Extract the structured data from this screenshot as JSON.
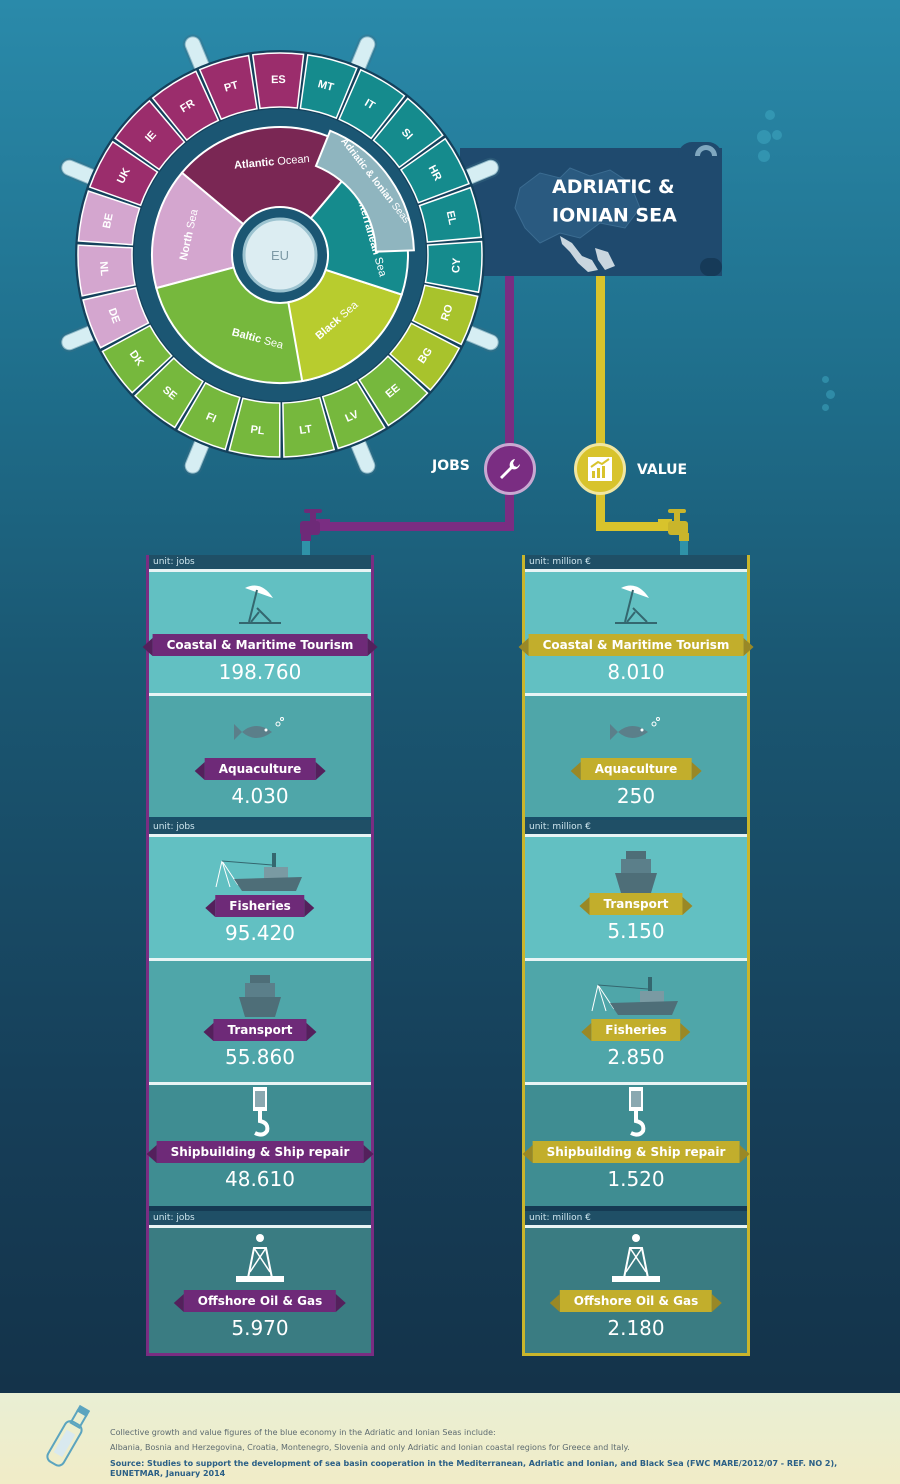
{
  "wheel": {
    "center": "EU",
    "inner": [
      {
        "name": "Atlantic",
        "sub": "Ocean",
        "color": "#7a2754"
      },
      {
        "name": "North",
        "sub": "Sea",
        "color": "#d4a6cf"
      },
      {
        "name": "Baltic",
        "sub": "Sea",
        "color": "#76b83d"
      },
      {
        "name": "Black",
        "sub": "Sea",
        "color": "#b8cc2e"
      },
      {
        "name": "Mediterranean",
        "sub": "Sea",
        "color": "#158b8d"
      }
    ],
    "adriatic": {
      "name": "Adriatic & Ionian",
      "sub": "Seas",
      "color": "#8fb5bf"
    },
    "countries": [
      {
        "code": "PT",
        "color": "#9b2d6c"
      },
      {
        "code": "ES",
        "color": "#9b2d6c"
      },
      {
        "code": "MT",
        "color": "#158b8d"
      },
      {
        "code": "IT",
        "color": "#158b8d"
      },
      {
        "code": "SI",
        "color": "#158b8d"
      },
      {
        "code": "HR",
        "color": "#158b8d"
      },
      {
        "code": "EL",
        "color": "#158b8d"
      },
      {
        "code": "CY",
        "color": "#158b8d"
      },
      {
        "code": "RO",
        "color": "#a8c32c"
      },
      {
        "code": "BG",
        "color": "#a8c32c"
      },
      {
        "code": "EE",
        "color": "#76b83d"
      },
      {
        "code": "LV",
        "color": "#76b83d"
      },
      {
        "code": "LT",
        "color": "#76b83d"
      },
      {
        "code": "PL",
        "color": "#76b83d"
      },
      {
        "code": "FI",
        "color": "#76b83d"
      },
      {
        "code": "SE",
        "color": "#76b83d"
      },
      {
        "code": "DK",
        "color": "#76b83d"
      },
      {
        "code": "DE",
        "color": "#d4a6cf"
      },
      {
        "code": "NL",
        "color": "#d4a6cf"
      },
      {
        "code": "BE",
        "color": "#d4a6cf"
      },
      {
        "code": "UK",
        "color": "#9b2d6c"
      },
      {
        "code": "IE",
        "color": "#9b2d6c"
      },
      {
        "code": "FR",
        "color": "#9b2d6c"
      }
    ]
  },
  "banner": {
    "line1": "ADRIATIC &",
    "line2": "IONIAN SEAS",
    "asterisk": "*"
  },
  "jobs_label": "JOBS",
  "value_label": "VALUE",
  "colors": {
    "jobs": "#7a2d82",
    "value": "#d8c32c"
  },
  "jobs": {
    "unit": "unit: jobs",
    "items": [
      {
        "label": "Coastal & Maritime Tourism",
        "value": "198.760",
        "icon": "beach-icon"
      },
      {
        "label": "Aquaculture",
        "value": "4.030",
        "icon": "fish-icon"
      },
      {
        "label": "Fisheries",
        "value": "95.420",
        "icon": "fishing-boat-icon"
      },
      {
        "label": "Transport",
        "value": "55.860",
        "icon": "ship-icon"
      },
      {
        "label": "Shipbuilding & Ship repair",
        "value": "48.610",
        "icon": "crane-hook-icon"
      },
      {
        "label": "Offshore Oil & Gas",
        "value": "5.970",
        "icon": "oil-rig-icon"
      }
    ]
  },
  "value": {
    "unit": "unit: million €",
    "items": [
      {
        "label": "Coastal & Maritime Tourism",
        "value": "8.010",
        "icon": "beach-icon"
      },
      {
        "label": "Aquaculture",
        "value": "250",
        "icon": "fish-icon"
      },
      {
        "label": "Transport",
        "value": "5.150",
        "icon": "ship-icon"
      },
      {
        "label": "Fisheries",
        "value": "2.850",
        "icon": "fishing-boat-icon"
      },
      {
        "label": "Shipbuilding & Ship repair",
        "value": "1.520",
        "icon": "crane-hook-icon"
      },
      {
        "label": "Offshore Oil & Gas",
        "value": "2.180",
        "icon": "oil-rig-icon"
      }
    ]
  },
  "footer": {
    "note1": "Collective growth and value figures of the blue economy in the Adriatic and Ionian Seas include:",
    "note2": "Albania, Bosnia and Herzegovina, Croatia, Montenegro, Slovenia and only Adriatic and Ionian coastal regions for Greece and Italy.",
    "source": "Source: Studies to support the development of sea basin cooperation in the Mediterranean, Adriatic and Ionian, and Black Sea (FWC MARE/2012/07 - REF. NO 2), EUNETMAR, January 2014"
  }
}
